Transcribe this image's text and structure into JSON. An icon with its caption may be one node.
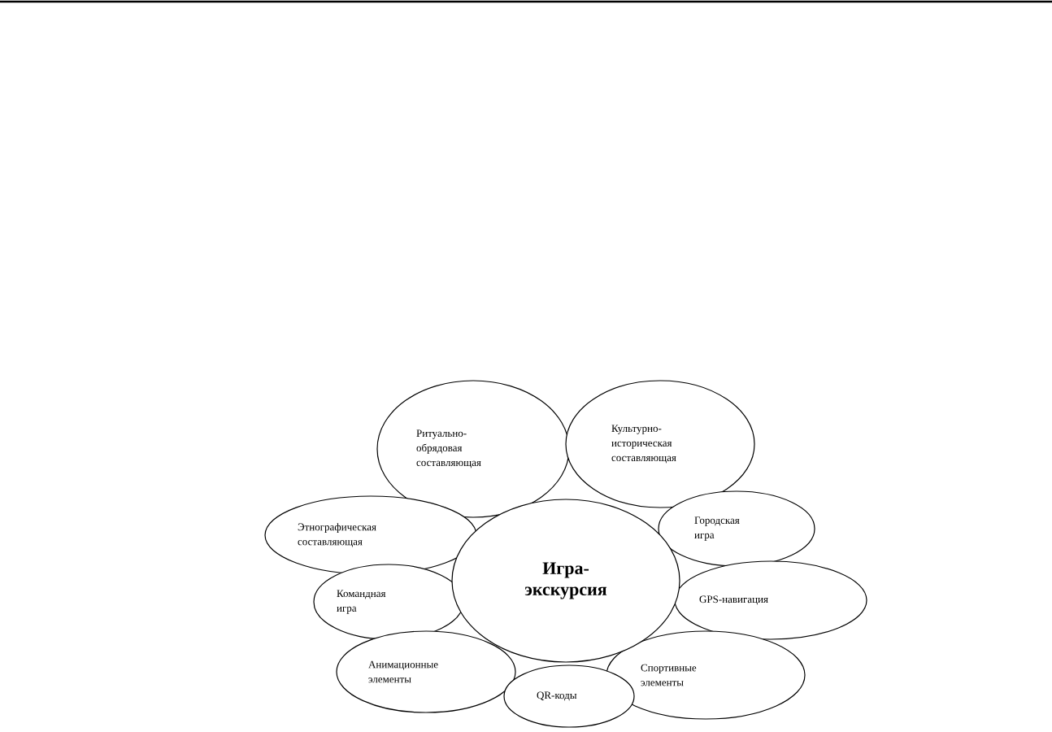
{
  "diagram": {
    "nodes": [
      {
        "text": [
          "Игра-экскурсия"
        ]
      },
      {
        "text": [
          "Ритуально-обрядовая составляющая"
        ]
      },
      {
        "text": [
          "Культурно-историческая составляющая"
        ]
      },
      {
        "text": [
          "Этнографическая составляющая"
        ]
      },
      {
        "text": [
          "Городская игра"
        ]
      },
      {
        "text": [
          "Командная игра"
        ]
      },
      {
        "text": [
          "GPS-навигация"
        ]
      },
      {
        "text": [
          "Анимационные элементы"
        ]
      },
      {
        "text": [
          "Спортивные элементы"
        ]
      },
      {
        "text": [
          "QR-коды"
        ]
      }
    ]
  }
}
